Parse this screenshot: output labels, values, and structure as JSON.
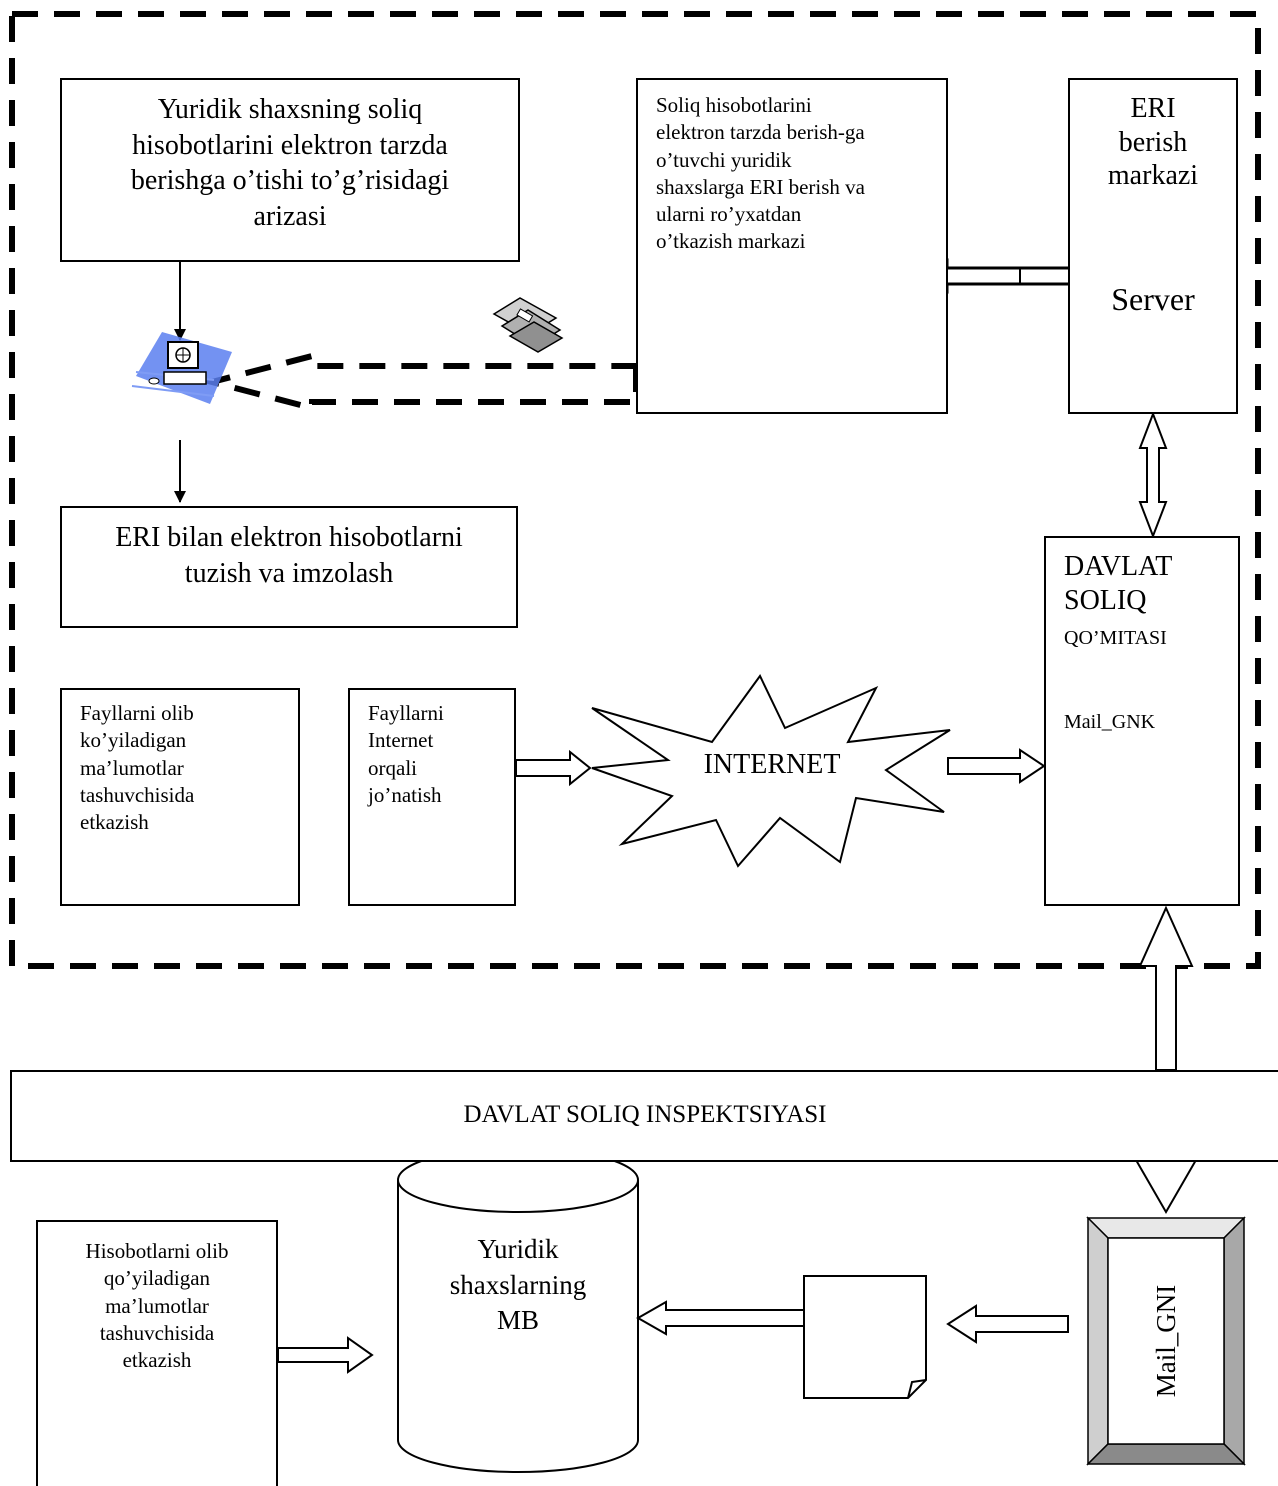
{
  "application_box": {
    "text": "Yuridik shaxsning soliq\nhisobotlarini elektron tarzda\nberishga  o’tishi to’g’risidagi\narizasi"
  },
  "registration_center": {
    "text": "Soliq hisobotlarini\nelektron tarzda berish-ga\no’tuvchi yuridik\nshaxslarga ERI berish va\nularni ro’yxatdan\no’tkazish markazi"
  },
  "eri_center": {
    "title": "ERI\nberish\nmarkazi",
    "server_label": "Server"
  },
  "signing_box": {
    "text": "ERI bilan elektron hisobotlarni\ntuzish va imzolash"
  },
  "media_delivery_box": {
    "text": "Fayllarni olib\nko’yiladigan\nma’lumotlar\ntashuvchisida\netkazish"
  },
  "internet_send_box": {
    "text": "Fayllarni\nInternet\norqali\njo’natish"
  },
  "internet_cloud": {
    "label": "INTERNET"
  },
  "committee_box": {
    "title": "DAVLAT\nSOLIQ",
    "subtitle": "QO’MITASI",
    "mail": "Mail_GNK"
  },
  "inspection_bar": {
    "text": "DAVLAT SOLIQ INSPEKTSIYASI"
  },
  "reports_media_box": {
    "text": "Hisobotlarni olib\nqo’yiladigan\nma’lumotlar\ntashuvchisida\netkazish"
  },
  "database": {
    "label": "Yuridik\nshaxslarning\nMB"
  },
  "mail_gni": {
    "label": "Mail_GNI"
  },
  "colors": {
    "line": "#000000",
    "computer_blue": "#5a7ff0",
    "bevel_gray": "#a8a8a8"
  },
  "icons": [
    "computer-icon",
    "floppy-disks-icon"
  ]
}
